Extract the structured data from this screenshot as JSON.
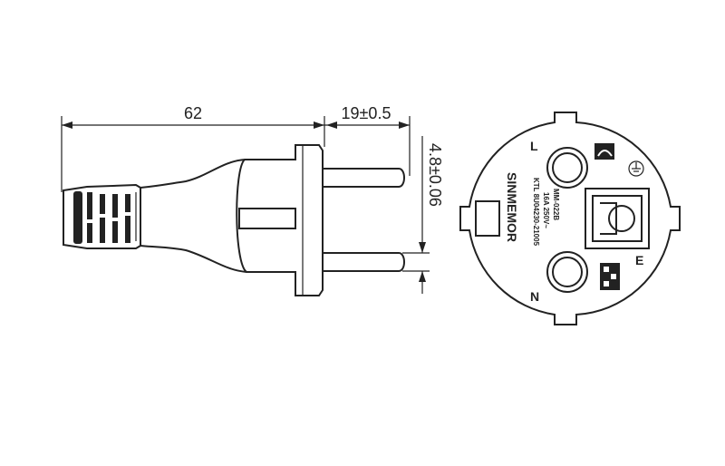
{
  "dimensions": {
    "overall_length": "62",
    "pin_length": "19±0.5",
    "pin_diameter": "4.8±0.06"
  },
  "face_labels": {
    "live": "L",
    "neutral": "N",
    "earth": "E",
    "model": "MM-022B",
    "rating": "16A  250V~",
    "cert": "KTL 8U04230-21005",
    "brand": "SINMEMOR"
  }
}
